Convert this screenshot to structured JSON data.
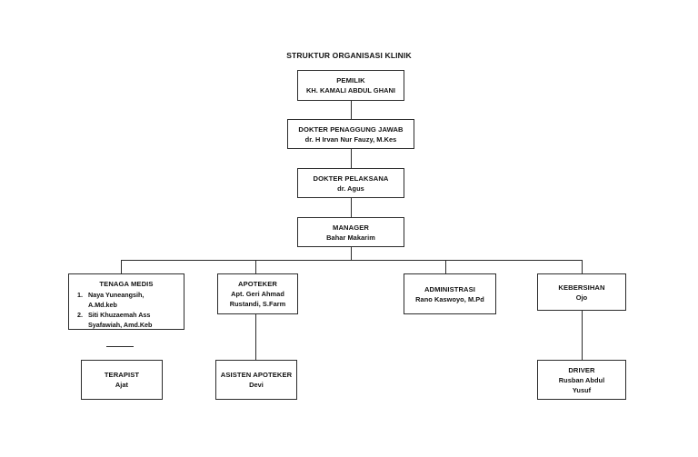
{
  "document": {
    "title": "STRUKTUR ORGANISASI KLINIK",
    "background_color": "#ffffff",
    "line_color": "#2b2b2b",
    "text_color": "#111111"
  },
  "chart_data": {
    "type": "diagram",
    "diagram_kind": "organizational-chart",
    "title": "STRUKTUR ORGANISASI KLINIK",
    "orientation": "top-down",
    "nodes": [
      {
        "id": "pemilik",
        "role": "PEMILIK",
        "person": "KH. KAMALI ABDUL GHANI",
        "level": 1
      },
      {
        "id": "dokter-penanggung-jawab",
        "role": "DOKTER PENAGGUNG JAWAB",
        "person": "dr. H Irvan Nur Fauzy, M.Kes",
        "level": 2
      },
      {
        "id": "dokter-pelaksana",
        "role": "DOKTER PELAKSANA",
        "person": "dr. Agus",
        "level": 3
      },
      {
        "id": "manager",
        "role": "MANAGER",
        "person": "Bahar Makarim",
        "level": 4
      },
      {
        "id": "tenaga-medis",
        "role": "TENAGA MEDIS",
        "person": "",
        "level": 5,
        "staff": [
          {
            "num": "1.",
            "name": "Naya Yuneangsih, A.Md.keb"
          },
          {
            "num": "2.",
            "name": "Siti Khuzaemah Ass Syafawiah, Amd.Keb"
          }
        ]
      },
      {
        "id": "apoteker",
        "role": "APOTEKER",
        "person": "Apt. Geri Ahmad Rustandi, S.Farm",
        "level": 5
      },
      {
        "id": "administrasi",
        "role": "ADMINISTRASI",
        "person": "Rano Kaswoyo, M.Pd",
        "level": 5
      },
      {
        "id": "kebersihan",
        "role": "KEBERSIHAN",
        "person": "Ojo",
        "level": 5
      },
      {
        "id": "terapist",
        "role": "TERAPIST",
        "person": "Ajat",
        "level": 6
      },
      {
        "id": "asisten-apoteker",
        "role": "ASISTEN APOTEKER",
        "person": "Devi",
        "level": 6
      },
      {
        "id": "driver",
        "role": "DRIVER",
        "person": "Rusban Abdul Yusuf",
        "level": 6
      }
    ],
    "edges": [
      {
        "from": "pemilik",
        "to": "dokter-penanggung-jawab"
      },
      {
        "from": "dokter-penanggung-jawab",
        "to": "dokter-pelaksana"
      },
      {
        "from": "dokter-pelaksana",
        "to": "manager"
      },
      {
        "from": "manager",
        "to": "tenaga-medis"
      },
      {
        "from": "manager",
        "to": "apoteker"
      },
      {
        "from": "manager",
        "to": "administrasi"
      },
      {
        "from": "manager",
        "to": "kebersihan"
      },
      {
        "from": "apoteker",
        "to": "asisten-apoteker"
      },
      {
        "from": "kebersihan",
        "to": "driver"
      }
    ]
  },
  "nodes": {
    "pemilik": {
      "role": "PEMILIK",
      "person": "KH. KAMALI ABDUL GHANI"
    },
    "dokter_penanggung_jawab": {
      "role": "DOKTER PENAGGUNG JAWAB",
      "person": "dr. H Irvan Nur Fauzy, M.Kes"
    },
    "dokter_pelaksana": {
      "role": "DOKTER PELAKSANA",
      "person": "dr. Agus"
    },
    "manager": {
      "role": "MANAGER",
      "person": "Bahar Makarim"
    },
    "tenaga_medis": {
      "role": "TENAGA MEDIS",
      "staff": [
        {
          "num": "1.",
          "line1": "Naya Yuneangsih,",
          "line2": "A.Md.keb"
        },
        {
          "num": "2.",
          "line1": "Siti Khuzaemah Ass",
          "line2": "Syafawiah, Amd.Keb"
        }
      ]
    },
    "apoteker": {
      "role": "APOTEKER",
      "person_line1": "Apt. Geri Ahmad",
      "person_line2": "Rustandi, S.Farm"
    },
    "administrasi": {
      "role": "ADMINISTRASI",
      "person": "Rano Kaswoyo, M.Pd"
    },
    "kebersihan": {
      "role": "KEBERSIHAN",
      "person": "Ojo"
    },
    "terapist": {
      "role": "TERAPIST",
      "person": "Ajat"
    },
    "asisten_apoteker": {
      "role": "ASISTEN APOTEKER",
      "person": "Devi"
    },
    "driver": {
      "role": "DRIVER",
      "person_line1": "Rusban Abdul",
      "person_line2": "Yusuf"
    }
  }
}
